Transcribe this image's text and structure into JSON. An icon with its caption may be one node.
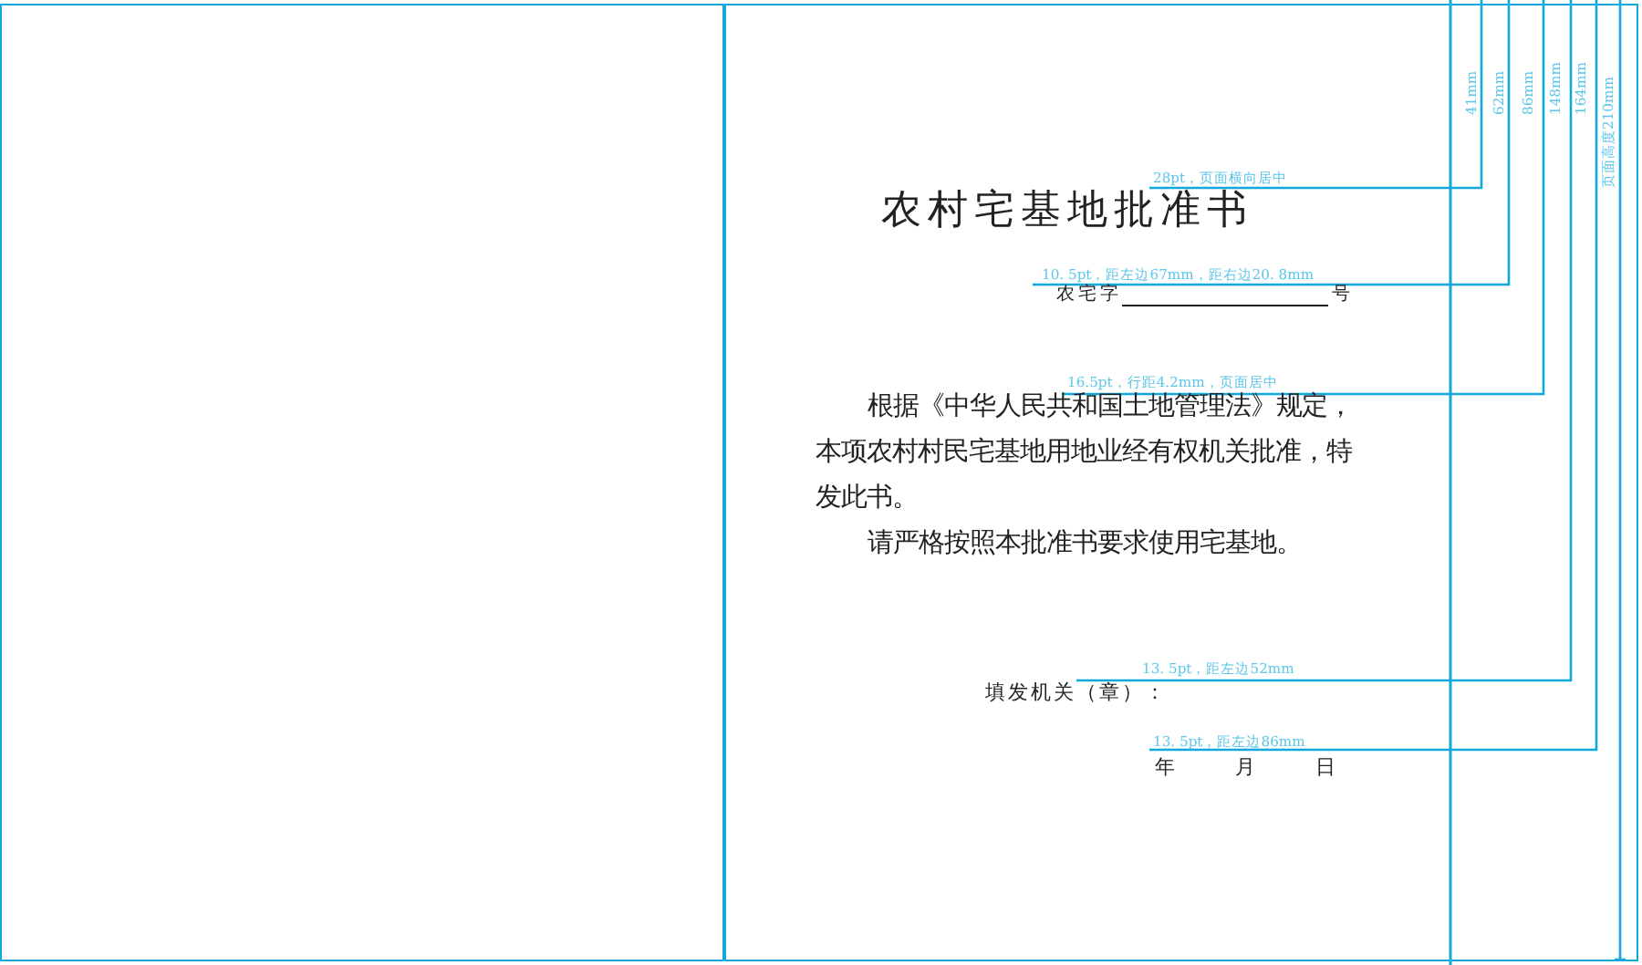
{
  "diagram": {
    "nodes": [
      {
        "text": [],
        "shape": "box"
      },
      {
        "text": [
          "农村宅基地批准书",
          "农宅字",
          "号",
          "根据《中华人民共和国土地管理法》规定，本项农村村民宅基地用地业经有权机关批准，特发此书。",
          "请严格按照本批准书要求使用宅基地。",
          "填发机关（章）：",
          "年",
          "月",
          "日"
        ]
      }
    ],
    "labels": [
      "41mm",
      "62mm",
      "86mm",
      "148mm",
      "164mm",
      "页面高度210mm",
      "28pt，页面横向居中",
      "10. 5pt，距左边67mm，距右边20. 8mm",
      "16.5pt，行距4.2mm，页面居中",
      "13. 5pt，距左边52mm",
      "13. 5pt，距左边86mm"
    ]
  }
}
